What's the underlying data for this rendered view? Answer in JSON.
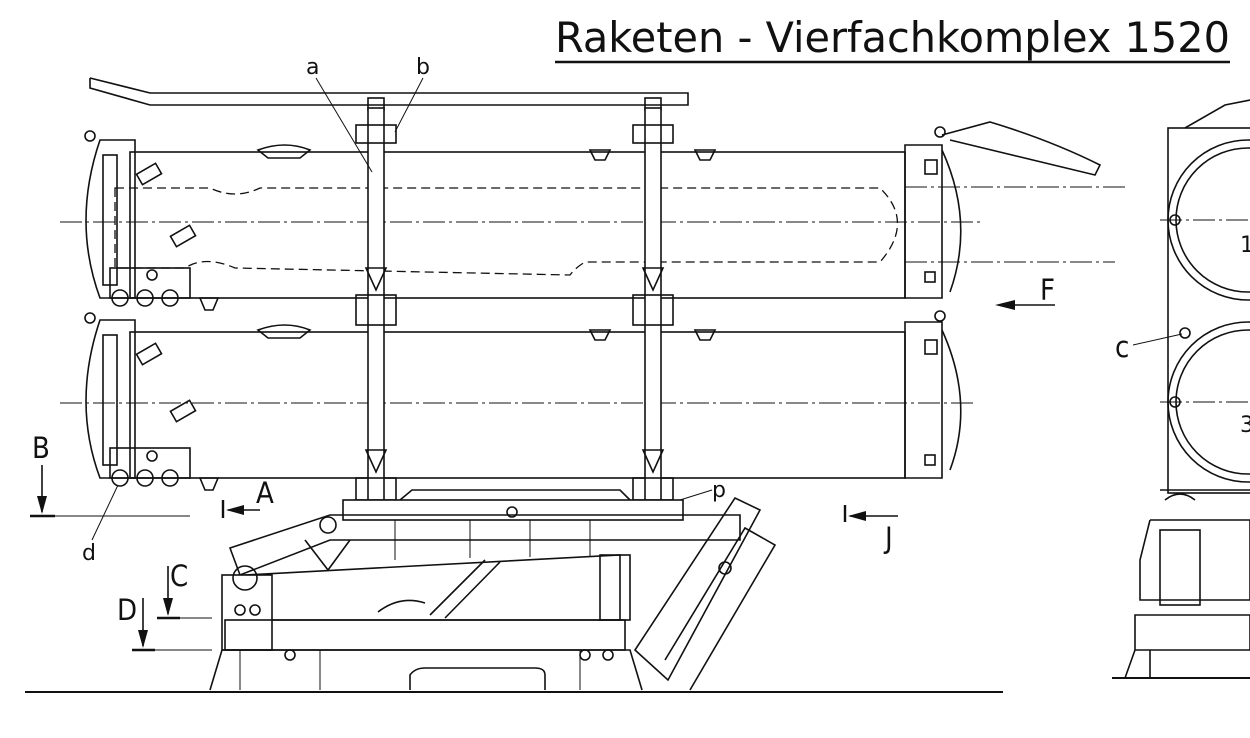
{
  "title": "Raketen - Vierfachkomplex 1520",
  "labels": {
    "a": "a",
    "b": "b",
    "c": "c",
    "d": "d",
    "p": "p",
    "A": "A",
    "B": "B",
    "C": "C",
    "D": "D",
    "F": "F",
    "J": "J",
    "tube1": "1",
    "tube3": "3"
  }
}
